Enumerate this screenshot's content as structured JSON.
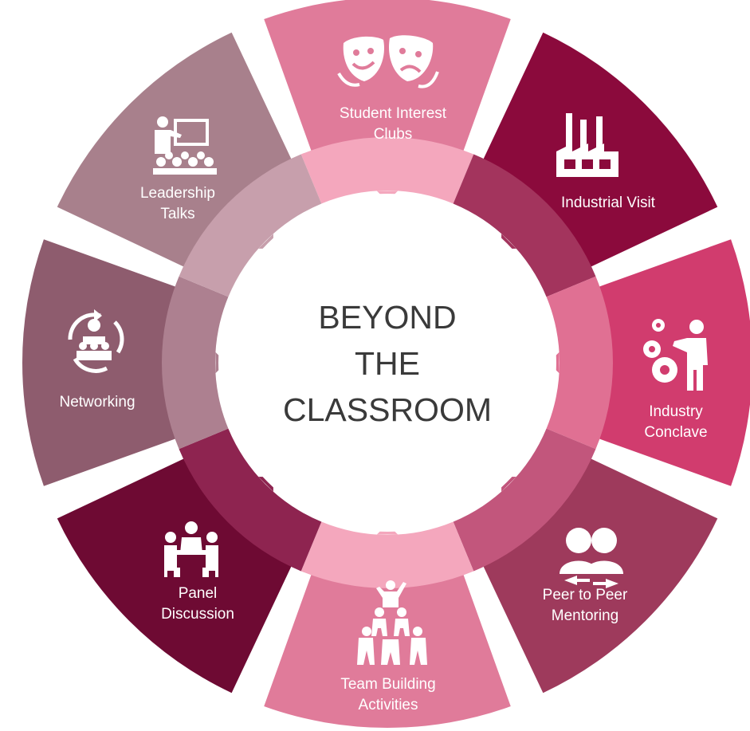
{
  "center": {
    "line1": "BEYOND",
    "line2": "THE",
    "line3": "CLASSROOM"
  },
  "segments": [
    {
      "label_lines": [
        "Student Interest",
        "Clubs"
      ],
      "icon": "theater-masks-icon",
      "color": "#e07b9a",
      "ring_color": "#f4a7bd"
    },
    {
      "label_lines": [
        "Industrial Visit"
      ],
      "icon": "factory-icon",
      "color": "#8b0a3c",
      "ring_color": "#a3345d"
    },
    {
      "label_lines": [
        "Industry",
        "Conclave"
      ],
      "icon": "gears-presenter-icon",
      "color": "#d13c6e",
      "ring_color": "#e07093"
    },
    {
      "label_lines": [
        "Peer to Peer",
        "Mentoring"
      ],
      "icon": "peer-exchange-icon",
      "color": "#9e3a5c",
      "ring_color": "#c2567c"
    },
    {
      "label_lines": [
        "Team Building",
        "Activities"
      ],
      "icon": "team-pyramid-icon",
      "color": "#e07b9a",
      "ring_color": "#f4a7bd"
    },
    {
      "label_lines": [
        "Panel",
        "Discussion"
      ],
      "icon": "panel-meeting-icon",
      "color": "#6e0a33",
      "ring_color": "#8e2450"
    },
    {
      "label_lines": [
        "Networking"
      ],
      "icon": "network-cycle-icon",
      "color": "#8e5c6e",
      "ring_color": "#ad8090"
    },
    {
      "label_lines": [
        "Leadership",
        "Talks"
      ],
      "icon": "presentation-audience-icon",
      "color": "#a8808c",
      "ring_color": "#c79fac"
    }
  ]
}
